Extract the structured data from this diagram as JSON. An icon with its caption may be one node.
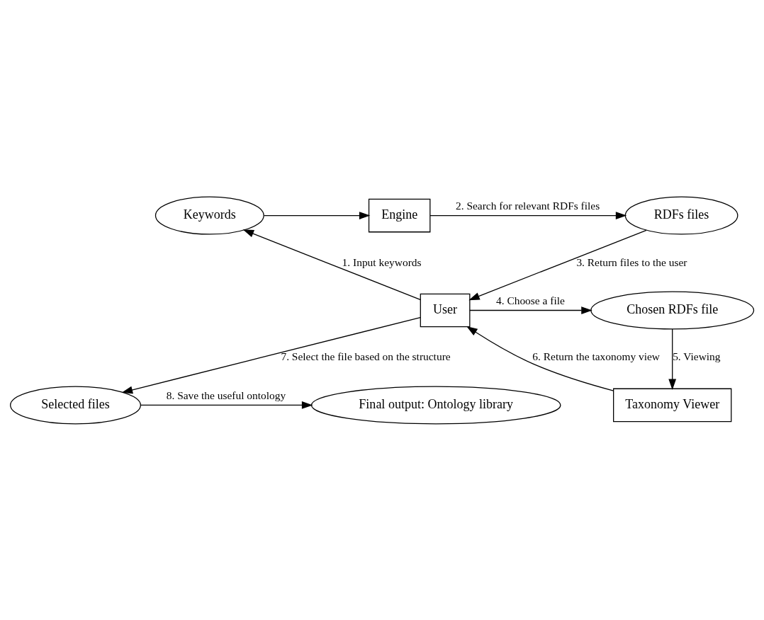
{
  "diagram": {
    "nodes": [
      {
        "text": [
          "Keywords"
        ]
      },
      {
        "text": [
          "Engine"
        ]
      },
      {
        "text": [
          "RDFs files"
        ]
      },
      {
        "text": [
          "User"
        ]
      },
      {
        "text": [
          "Chosen RDFs file"
        ]
      },
      {
        "text": [
          "Taxonomy Viewer"
        ]
      },
      {
        "text": [
          "Selected files"
        ]
      },
      {
        "text": [
          "Final output: Ontology library"
        ]
      }
    ],
    "edges": [
      {
        "from": 3,
        "to": 0,
        "arrow": "to",
        "label": "1. Input keywords"
      },
      {
        "from": 0,
        "to": 1,
        "arrow": "to"
      },
      {
        "from": 1,
        "to": 2,
        "arrow": "to",
        "label": "2. Search for relevant RDFs files"
      },
      {
        "from": 2,
        "to": 3,
        "arrow": "to",
        "label": "3. Return files to the user"
      },
      {
        "from": 3,
        "to": 4,
        "arrow": "to",
        "label": "4. Choose a file"
      },
      {
        "from": 4,
        "to": 5,
        "arrow": "to",
        "label": "5. Viewing"
      },
      {
        "from": 5,
        "to": 3,
        "arrow": "to",
        "label": "6. Return the taxonomy view"
      },
      {
        "from": 3,
        "to": 6,
        "arrow": "to",
        "label": "7. Select the file based on the structure"
      },
      {
        "from": 6,
        "to": 7,
        "arrow": "to",
        "label": "8. Save the useful ontology"
      }
    ]
  }
}
